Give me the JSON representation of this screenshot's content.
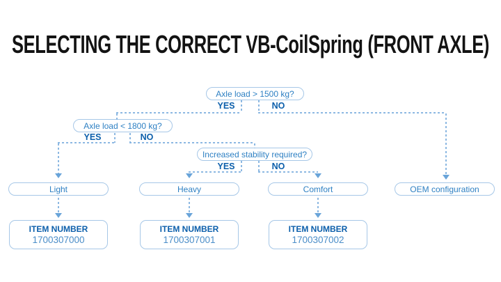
{
  "title": "SELECTING THE CORRECT VB-CoilSpring (FRONT AXLE)",
  "flow": {
    "decisions": [
      {
        "question": "Axle load > 1500 kg?",
        "yes": "YES",
        "no": "NO"
      },
      {
        "question": "Axle load < 1800 kg?",
        "yes": "YES",
        "no": "NO"
      },
      {
        "question": "Increased stability required?",
        "yes": "YES",
        "no": "NO"
      }
    ],
    "outcomes": [
      {
        "label": "Light"
      },
      {
        "label": "Heavy"
      },
      {
        "label": "Comfort"
      },
      {
        "label": "OEM configuration"
      }
    ],
    "items": [
      {
        "header": "ITEM NUMBER",
        "number": "1700307000"
      },
      {
        "header": "ITEM NUMBER",
        "number": "1700307001"
      },
      {
        "header": "ITEM NUMBER",
        "number": "1700307002"
      }
    ],
    "colors": {
      "title_text": "#131313",
      "node_border": "#a6c7e7",
      "node_text": "#2e80c3",
      "yes_no_text": "#0c5fab",
      "item_number_text": "#4a8dc8",
      "connector": "#8cb8e2",
      "arrow": "#69a4d9"
    }
  }
}
